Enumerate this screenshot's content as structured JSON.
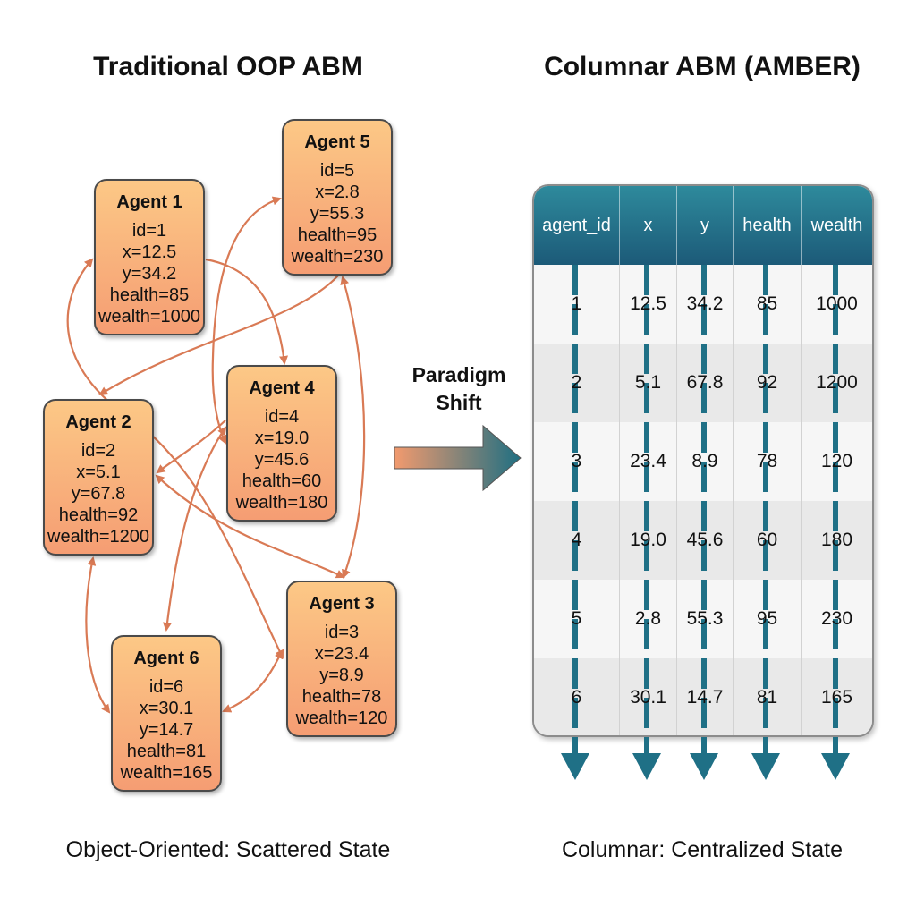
{
  "left_title": "Traditional OOP ABM",
  "right_title": "Columnar ABM (AMBER)",
  "shift_label": [
    "Paradigm",
    "Shift"
  ],
  "left_caption": "Object-Oriented: Scattered State",
  "right_caption": "Columnar: Centralized State",
  "colors": {
    "agent_box_top": "#fcc886",
    "agent_box_bottom": "#f59d73",
    "link_arrow": "#d97a55",
    "table_header": "#1c5a78",
    "column_arrow": "#1f7086",
    "shift_arrow_start": "#f29a6e",
    "shift_arrow_end": "#1f6f82"
  },
  "agents": [
    {
      "name": "Agent 1",
      "lines": [
        "id=1",
        "x=12.5",
        "y=34.2",
        "health=85",
        "wealth=1000"
      ]
    },
    {
      "name": "Agent 2",
      "lines": [
        "id=2",
        "x=5.1",
        "y=67.8",
        "health=92",
        "wealth=1200"
      ]
    },
    {
      "name": "Agent 3",
      "lines": [
        "id=3",
        "x=23.4",
        "y=8.9",
        "health=78",
        "wealth=120"
      ]
    },
    {
      "name": "Agent 4",
      "lines": [
        "id=4",
        "x=19.0",
        "y=45.6",
        "health=60",
        "wealth=180"
      ]
    },
    {
      "name": "Agent 5",
      "lines": [
        "id=5",
        "x=2.8",
        "y=55.3",
        "health=95",
        "wealth=230"
      ]
    },
    {
      "name": "Agent 6",
      "lines": [
        "id=6",
        "x=30.1",
        "y=14.7",
        "health=81",
        "wealth=165"
      ]
    }
  ],
  "table": {
    "columns": [
      "agent_id",
      "x",
      "y",
      "health",
      "wealth"
    ],
    "rows": [
      [
        "1",
        "12.5",
        "34.2",
        "85",
        "1000"
      ],
      [
        "2",
        "5.1",
        "67.8",
        "92",
        "1200"
      ],
      [
        "3",
        "23.4",
        "8.9",
        "78",
        "120"
      ],
      [
        "4",
        "19.0",
        "45.6",
        "60",
        "180"
      ],
      [
        "5",
        "2.8",
        "55.3",
        "95",
        "230"
      ],
      [
        "6",
        "30.1",
        "14.7",
        "81",
        "165"
      ]
    ]
  }
}
